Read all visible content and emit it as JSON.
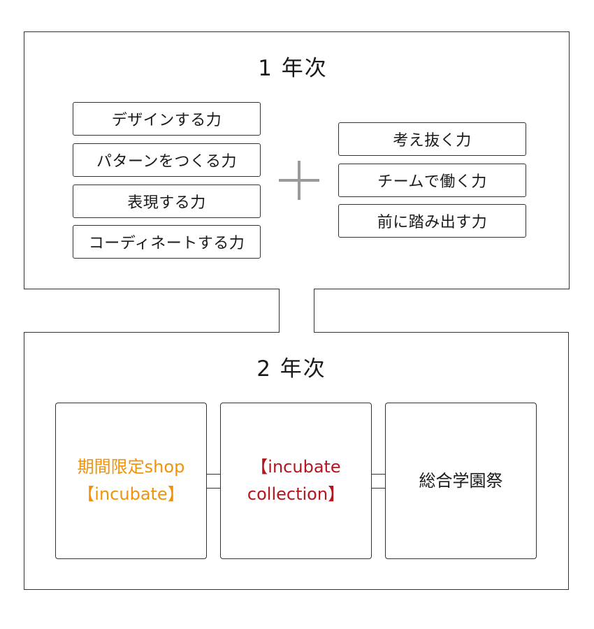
{
  "colors": {
    "border": "#333333",
    "plus": "#9a9a9a",
    "shop_text": "#f0930a",
    "collection_text": "#b5161e",
    "festival_text": "#1a1a1a"
  },
  "year1": {
    "title": "1 年次",
    "left_skills": [
      "デザインする力",
      "パターンをつくる力",
      "表現する力",
      "コーディネートする力"
    ],
    "plus_symbol": "+",
    "right_skills": [
      "考え抜く力",
      "チームで働く力",
      "前に踏み出す力"
    ]
  },
  "year2": {
    "title": "2 年次",
    "events": [
      {
        "lines": [
          "期間限定shop",
          "【incubate】"
        ]
      },
      {
        "lines": [
          "【incubate",
          "collection】"
        ]
      },
      {
        "lines": [
          "総合学園祭"
        ]
      }
    ]
  }
}
